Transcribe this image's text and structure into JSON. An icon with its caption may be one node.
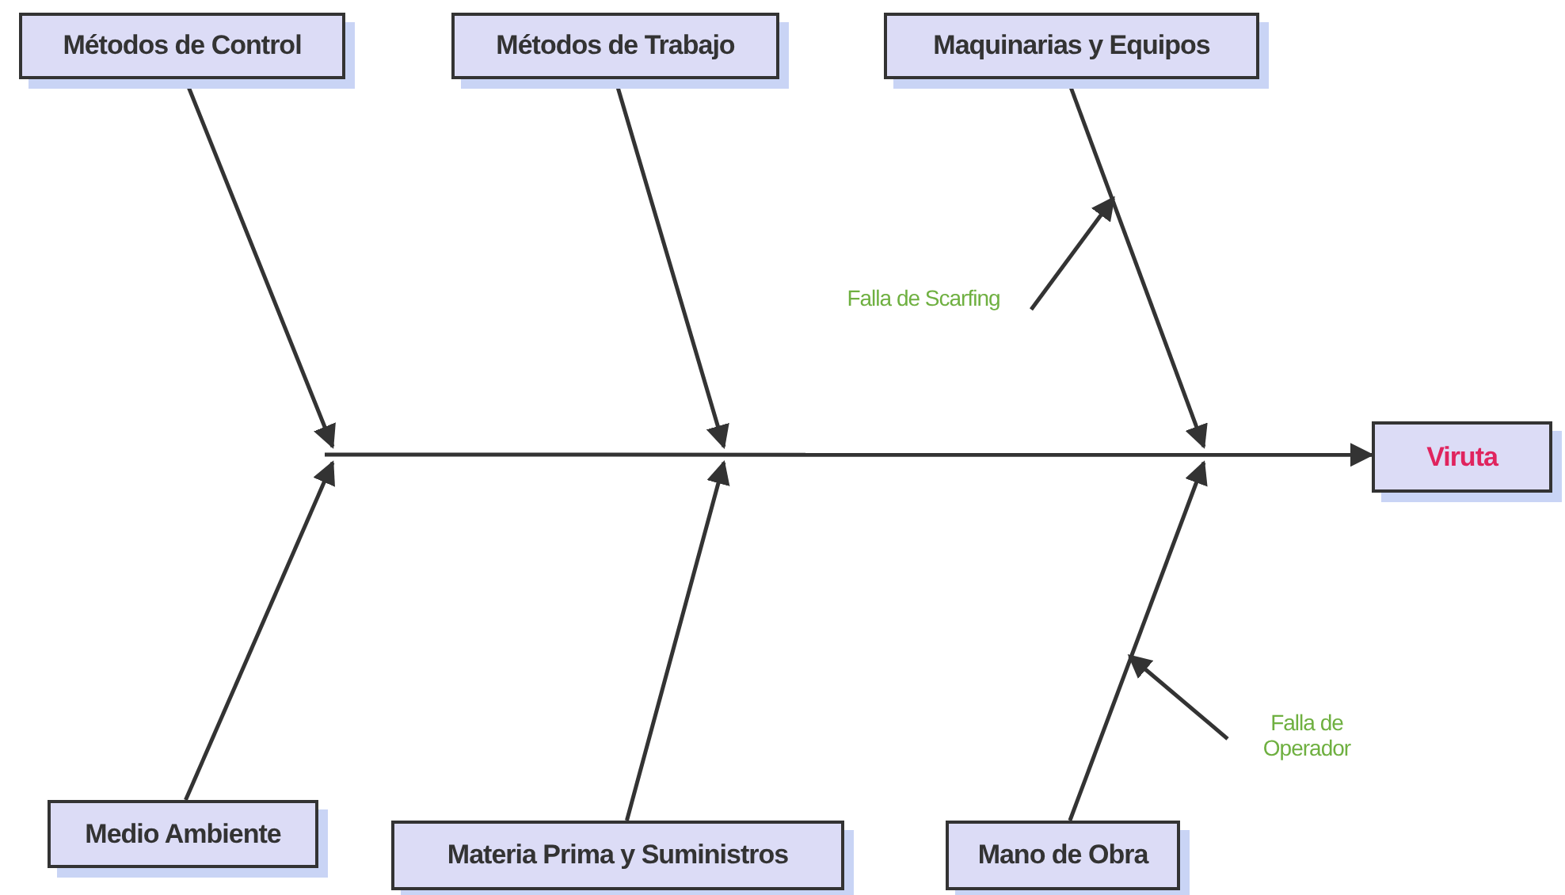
{
  "diagram": {
    "nodes": [
      {
        "text": [
          "Métodos de Control"
        ]
      },
      {
        "text": [
          "Métodos de Trabajo"
        ]
      },
      {
        "text": [
          "Maquinarias y Equipos"
        ]
      },
      {
        "text": [
          "Falla de Scarfing"
        ]
      },
      {
        "text": [
          "Viruta"
        ]
      },
      {
        "text": [
          "Falla de Operador"
        ]
      },
      {
        "text": [
          "Medio Ambiente"
        ]
      },
      {
        "text": [
          "Materia Prima y Suministros"
        ]
      },
      {
        "text": [
          "Mano de Obra"
        ]
      }
    ],
    "edges": [
      {
        "from": null,
        "to": 4,
        "arrow": "to"
      },
      {
        "from": 0,
        "to": null,
        "arrow": "to"
      },
      {
        "from": 1,
        "to": null,
        "arrow": "to"
      },
      {
        "from": 2,
        "to": null,
        "arrow": "to"
      },
      {
        "from": 6,
        "to": null,
        "arrow": "to"
      },
      {
        "from": 7,
        "to": null,
        "arrow": "to"
      },
      {
        "from": 8,
        "to": null,
        "arrow": "to"
      },
      {
        "from": 3,
        "to": null,
        "arrow": "to"
      },
      {
        "from": 5,
        "to": null,
        "arrow": "to"
      }
    ]
  }
}
